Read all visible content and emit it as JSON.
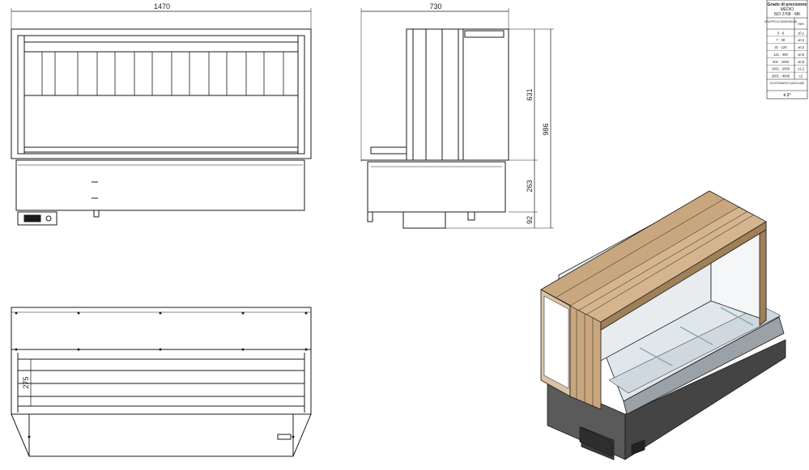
{
  "dimensions": {
    "front_width": "1470",
    "side_depth": "730",
    "total_height": "986",
    "upper_height": "631",
    "base_height": "263",
    "foot_height": "92",
    "top_shelf_height": "275"
  },
  "precision_table": {
    "title": "Grado di precisione",
    "grade": "MEDIO",
    "standard": "ISO 2768 - MK",
    "col_group": "GRUPPO DI DIMENSIONI",
    "col_unit": "mm",
    "rows": [
      {
        "range": "0 - 6",
        "tol": "±0,1"
      },
      {
        "range": "7 - 30",
        "tol": "±0,2"
      },
      {
        "range": "31 - 120",
        "tol": "±0,3"
      },
      {
        "range": "121 - 400",
        "tol": "±0,5"
      },
      {
        "range": "401 - 1000",
        "tol": "±0,8"
      },
      {
        "range": "1001 - 2000",
        "tol": "±1,2"
      },
      {
        "range": "2001 - 4000",
        "tol": "±2"
      }
    ],
    "angular_label": "SCOSTAMENTI ANGOLARI",
    "angular_value": "± 1°"
  },
  "colors": {
    "line": "#1a1a1a",
    "wood": "#c9a77e",
    "wood_dark": "#9f8058",
    "steel": "#5a5a5a",
    "glass": "#dfe6ec"
  }
}
